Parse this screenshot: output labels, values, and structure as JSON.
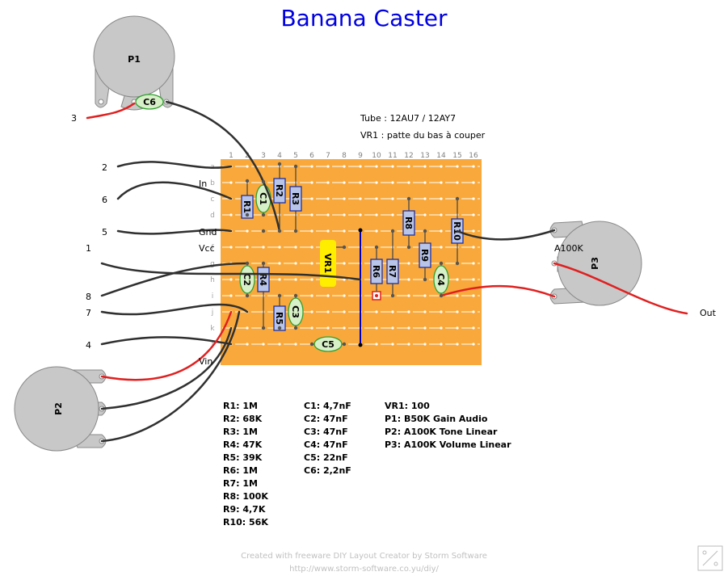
{
  "title": "Banana Caster",
  "notes": {
    "tube": "Tube : 12AU7 / 12AY7",
    "vr1": "VR1 : patte du bas à couper"
  },
  "columns": [
    "1",
    "2",
    "3",
    "4",
    "5",
    "6",
    "7",
    "8",
    "9",
    "10",
    "11",
    "12",
    "13",
    "14",
    "15",
    "16"
  ],
  "rows": [
    "a",
    "b",
    "c",
    "d",
    "e",
    "f",
    "g",
    "h",
    "i",
    "j",
    "k",
    "l"
  ],
  "board_labels": {
    "in": "In",
    "gnd": "Gnd",
    "vcc": "Vcc",
    "vin": "Vin"
  },
  "wire_numbers": [
    "3",
    "2",
    "6",
    "5",
    "1",
    "8",
    "7",
    "4"
  ],
  "pots": {
    "p1": "P1",
    "p2": "P2",
    "p3": "P3",
    "p3_value": "A100K"
  },
  "output_label": "Out",
  "components": {
    "r1": "R1",
    "r2": "R2",
    "r3": "R3",
    "r4": "R4",
    "r5": "R5",
    "r6": "R6",
    "r7": "R7",
    "r8": "R8",
    "r9": "R9",
    "r10": "R10",
    "c1": "C1",
    "c2": "C2",
    "c3": "C3",
    "c4": "C4",
    "c5": "C5",
    "c6": "C6",
    "vr1": "VR1"
  },
  "bom": {
    "resistors": [
      "R1: 1M",
      "R2: 68K",
      "R3: 1M",
      "R4: 47K",
      "R5: 39K",
      "R6: 1M",
      "R7: 1M",
      "R8: 100K",
      "R9: 4,7K",
      "R10: 56K"
    ],
    "capacitors": [
      "C1: 4,7nF",
      "C2: 47nF",
      "C3: 47nF",
      "C4: 47nF",
      "C5: 22nF",
      "C6: 2,2nF"
    ],
    "others": [
      "VR1: 100",
      "P1: B50K Gain Audio",
      "P2: A100K Tone Linear",
      "P3: A100K Volume Linear"
    ]
  },
  "footer": {
    "line1": "Created with freeware DIY Layout Creator by Storm Software",
    "line2": "http://www.storm-software.co.yu/diy/"
  },
  "colors": {
    "board": "#f9a93b",
    "strip": "#ffffff",
    "resistor": "#b8c4e8",
    "capacitor": "#d8f0c8",
    "vr1": "#ffee00",
    "pot": "#c8c8c8",
    "title": "#0000e0",
    "red_wire": "#e02020",
    "black_wire": "#303030"
  }
}
